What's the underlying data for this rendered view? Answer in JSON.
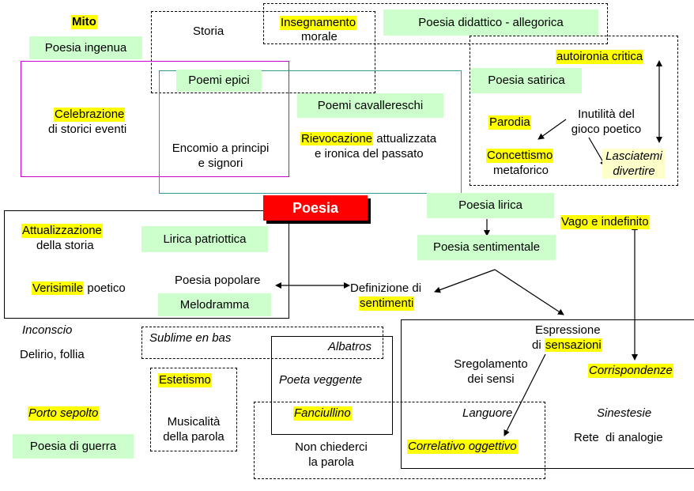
{
  "colors": {
    "green_box": "#ccffcc",
    "highlight": "#ffff00",
    "central_box": "#ff0000",
    "central_text": "#ffffff",
    "frame_magenta": "#cc00cc",
    "frame_teal": "#339999",
    "text": "#000000"
  },
  "central": {
    "label": "Poesia"
  },
  "top_left": {
    "mito": "Mito",
    "poesia_ingenua": "Poesia ingenua",
    "storia": "Storia",
    "insegnamento": "Insegnamento",
    "morale": "morale",
    "poesia_didattico": "Poesia didattico - allegorica",
    "poemi_epici": "Poemi epici",
    "celebrazione": "Celebrazione",
    "di_storici_eventi": "di storici eventi",
    "poemi_cavallereschi": "Poemi cavallereschi",
    "encomio_line1": "Encomio a principi",
    "encomio_line2": "e signori",
    "rievocazione": "Rievocazione",
    "attualizzata": "attualizzata",
    "e_ironica": "e ironica del passato"
  },
  "top_right": {
    "autoironia": "autoironia critica",
    "poesia_satirica": "Poesia satirica",
    "parodia": "Parodia",
    "inutilita_line1": "Inutilità del",
    "inutilita_line2": "gioco poetico",
    "concettismo": "Concettismo",
    "metaforico": "metaforico",
    "lasciatemi": "Lasciatemi",
    "divertire": "divertire"
  },
  "middle_left": {
    "attualizzazione": "Attualizzazione",
    "della_storia": "della storia",
    "lirica_patriottica": "Lirica patriottica",
    "verisimile": "Verisimile",
    "poetico": "poetico",
    "poesia_popolare": "Poesia popolare",
    "melodramma": "Melodramma"
  },
  "middle_right": {
    "poesia_lirica": "Poesia lirica",
    "vago_indefinito": "Vago e indefinito",
    "poesia_sentimentale": "Poesia sentimentale",
    "definizione": "Definizione di",
    "sentimenti": "sentimenti"
  },
  "bottom": {
    "inconscio": "Inconscio",
    "delirio": "Delirio, follia",
    "porto_sepolto": "Porto sepolto",
    "poesia_di_guerra": "Poesia di guerra",
    "sublime": "Sublime en bas",
    "albatros": "Albatros",
    "estetismo": "Estetismo",
    "poeta_veggente": "Poeta veggente",
    "musicalita_line1": "Musicalità",
    "musicalita_line2": "della parola",
    "fanciullino": "Fanciullino",
    "non_chiederci_line1": "Non chiederci",
    "non_chiederci_line2": "la parola",
    "espressione": "Espressione",
    "di": "di",
    "sensazioni": "sensazioni",
    "sregolamento_line1": "Sregolamento",
    "sregolamento_line2": "dei sensi",
    "corrispondenze": "Corrispondenze",
    "languore": "Languore",
    "sinestesie": "Sinestesie",
    "correlativo": "Correlativo oggettivo",
    "rete_analogie": "Rete  di analogie"
  }
}
